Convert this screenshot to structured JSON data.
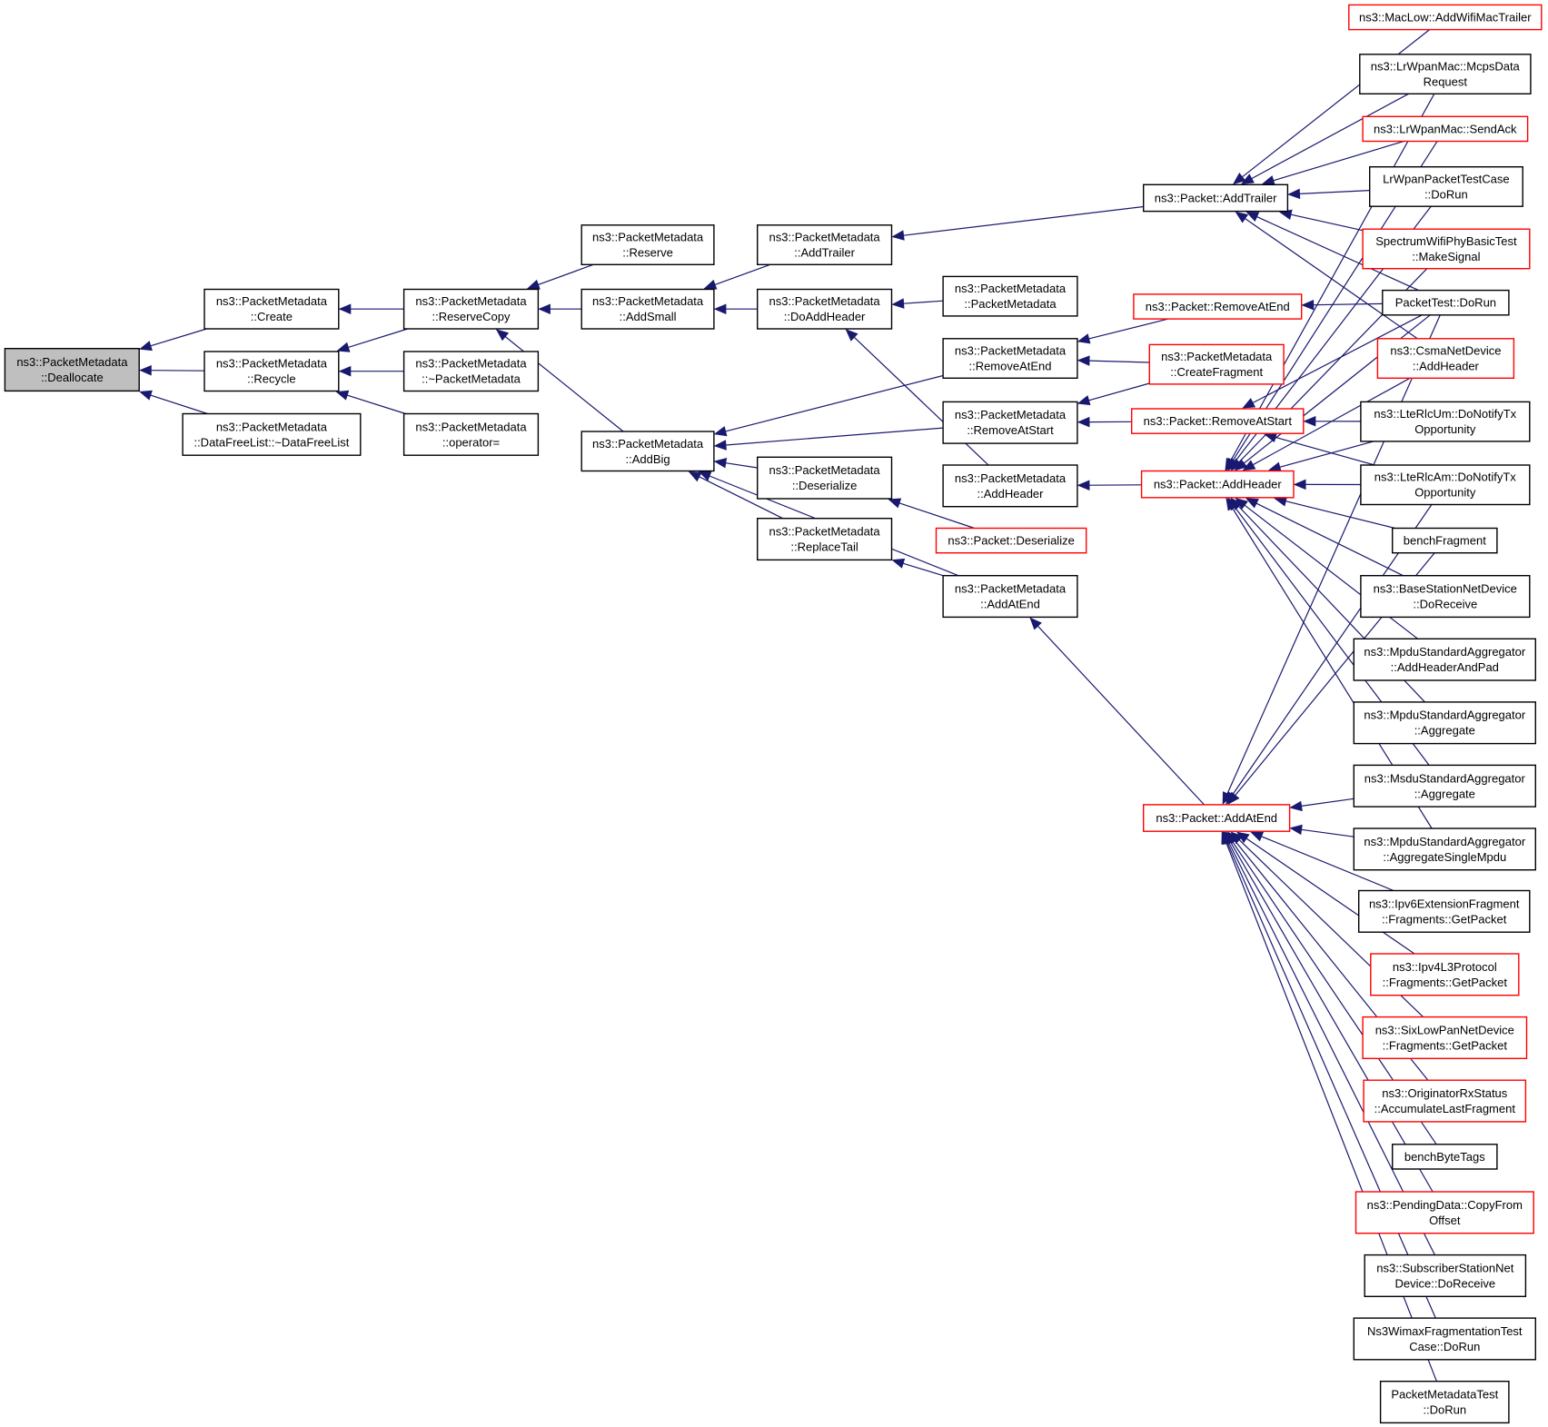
{
  "graph": {
    "nodes": {
      "dealloc": {
        "lines": [
          "ns3::PacketMetadata",
          "::Deallocate"
        ],
        "root": true
      },
      "create": {
        "lines": [
          "ns3::PacketMetadata",
          "::Create"
        ]
      },
      "recycle": {
        "lines": [
          "ns3::PacketMetadata",
          "::Recycle"
        ]
      },
      "dfl": {
        "lines": [
          "ns3::PacketMetadata",
          "::DataFreeList::~DataFreeList"
        ]
      },
      "reservecopy": {
        "lines": [
          "ns3::PacketMetadata",
          "::ReserveCopy"
        ]
      },
      "dtor": {
        "lines": [
          "ns3::PacketMetadata",
          "::~PacketMetadata"
        ]
      },
      "opeq": {
        "lines": [
          "ns3::PacketMetadata",
          "::operator="
        ]
      },
      "reserve": {
        "lines": [
          "ns3::PacketMetadata",
          "::Reserve"
        ]
      },
      "addsmall": {
        "lines": [
          "ns3::PacketMetadata",
          "::AddSmall"
        ]
      },
      "addbig": {
        "lines": [
          "ns3::PacketMetadata",
          "::AddBig"
        ]
      },
      "addtrailer": {
        "lines": [
          "ns3::PacketMetadata",
          "::AddTrailer"
        ]
      },
      "doaddheader": {
        "lines": [
          "ns3::PacketMetadata",
          "::DoAddHeader"
        ]
      },
      "deserialize": {
        "lines": [
          "ns3::PacketMetadata",
          "::Deserialize"
        ]
      },
      "replacetail": {
        "lines": [
          "ns3::PacketMetadata",
          "::ReplaceTail"
        ]
      },
      "pmctor": {
        "lines": [
          "ns3::PacketMetadata",
          "::PacketMetadata"
        ]
      },
      "removeatend": {
        "lines": [
          "ns3::PacketMetadata",
          "::RemoveAtEnd"
        ]
      },
      "removeatstart": {
        "lines": [
          "ns3::PacketMetadata",
          "::RemoveAtStart"
        ]
      },
      "addheader": {
        "lines": [
          "ns3::PacketMetadata",
          "::AddHeader"
        ]
      },
      "addatend": {
        "lines": [
          "ns3::PacketMetadata",
          "::AddAtEnd"
        ]
      },
      "p_addtrailer": {
        "lines": [
          "ns3::Packet::AddTrailer"
        ]
      },
      "p_removeatend": {
        "lines": [
          "ns3::Packet::RemoveAtEnd"
        ],
        "red": true
      },
      "createfrag": {
        "lines": [
          "ns3::PacketMetadata",
          "::CreateFragment"
        ],
        "red": true
      },
      "p_removeatstart": {
        "lines": [
          "ns3::Packet::RemoveAtStart"
        ],
        "red": true
      },
      "p_addheader": {
        "lines": [
          "ns3::Packet::AddHeader"
        ],
        "red": true
      },
      "p_deserialize": {
        "lines": [
          "ns3::Packet::Deserialize"
        ],
        "red": true
      },
      "p_addatend": {
        "lines": [
          "ns3::Packet::AddAtEnd"
        ],
        "red": true
      },
      "maclow": {
        "lines": [
          "ns3::MacLow::AddWifiMacTrailer"
        ],
        "red": true
      },
      "mcps": {
        "lines": [
          "ns3::LrWpanMac::McpsData",
          "Request"
        ]
      },
      "sendack": {
        "lines": [
          "ns3::LrWpanMac::SendAck"
        ],
        "red": true
      },
      "lrwpantest": {
        "lines": [
          "LrWpanPacketTestCase",
          "::DoRun"
        ]
      },
      "spectrum": {
        "lines": [
          "SpectrumWifiPhyBasicTest",
          "::MakeSignal"
        ],
        "red": true
      },
      "packettest": {
        "lines": [
          "PacketTest::DoRun"
        ]
      },
      "csma": {
        "lines": [
          "ns3::CsmaNetDevice",
          "::AddHeader"
        ],
        "red": true
      },
      "rlcum": {
        "lines": [
          "ns3::LteRlcUm::DoNotifyTx",
          "Opportunity"
        ]
      },
      "rlcam": {
        "lines": [
          "ns3::LteRlcAm::DoNotifyTx",
          "Opportunity"
        ]
      },
      "benchfrag": {
        "lines": [
          "benchFragment"
        ]
      },
      "bsnd": {
        "lines": [
          "ns3::BaseStationNetDevice",
          "::DoReceive"
        ]
      },
      "mpduahp": {
        "lines": [
          "ns3::MpduStandardAggregator",
          "::AddHeaderAndPad"
        ]
      },
      "mpduagg": {
        "lines": [
          "ns3::MpduStandardAggregator",
          "::Aggregate"
        ]
      },
      "msduagg": {
        "lines": [
          "ns3::MsduStandardAggregator",
          "::Aggregate"
        ]
      },
      "mpdusingle": {
        "lines": [
          "ns3::MpduStandardAggregator",
          "::AggregateSingleMpdu"
        ]
      },
      "ipv6frag": {
        "lines": [
          "ns3::Ipv6ExtensionFragment",
          "::Fragments::GetPacket"
        ]
      },
      "ipv4frag": {
        "lines": [
          "ns3::Ipv4L3Protocol",
          "::Fragments::GetPacket"
        ],
        "red": true
      },
      "sixlowpan": {
        "lines": [
          "ns3::SixLowPanNetDevice",
          "::Fragments::GetPacket"
        ],
        "red": true
      },
      "originator": {
        "lines": [
          "ns3::OriginatorRxStatus",
          "::AccumulateLastFragment"
        ],
        "red": true
      },
      "benchbyte": {
        "lines": [
          "benchByteTags"
        ]
      },
      "pending": {
        "lines": [
          "ns3::PendingData::CopyFrom",
          "Offset"
        ],
        "red": true
      },
      "ssnd": {
        "lines": [
          "ns3::SubscriberStationNet",
          "Device::DoReceive"
        ]
      },
      "wimaxfrag": {
        "lines": [
          "Ns3WimaxFragmentationTest",
          "Case::DoRun"
        ]
      },
      "pmtest": {
        "lines": [
          "PacketMetadataTest",
          "::DoRun"
        ]
      }
    },
    "edges": [
      [
        "create",
        "dealloc"
      ],
      [
        "recycle",
        "dealloc"
      ],
      [
        "dfl",
        "dealloc"
      ],
      [
        "reservecopy",
        "create"
      ],
      [
        "reservecopy",
        "recycle"
      ],
      [
        "dtor",
        "recycle"
      ],
      [
        "opeq",
        "recycle"
      ],
      [
        "reserve",
        "reservecopy"
      ],
      [
        "addsmall",
        "reservecopy"
      ],
      [
        "addbig",
        "reservecopy"
      ],
      [
        "addtrailer",
        "addsmall"
      ],
      [
        "doaddheader",
        "addsmall"
      ],
      [
        "removeatend",
        "addbig"
      ],
      [
        "removeatstart",
        "addbig"
      ],
      [
        "deserialize",
        "addbig"
      ],
      [
        "replacetail",
        "addbig"
      ],
      [
        "addatend",
        "addbig"
      ],
      [
        "p_addtrailer",
        "addtrailer"
      ],
      [
        "pmctor",
        "doaddheader"
      ],
      [
        "addheader",
        "doaddheader"
      ],
      [
        "p_deserialize",
        "deserialize"
      ],
      [
        "addatend",
        "replacetail"
      ],
      [
        "p_removeatend",
        "removeatend"
      ],
      [
        "createfrag",
        "removeatend"
      ],
      [
        "createfrag",
        "removeatstart"
      ],
      [
        "p_removeatstart",
        "removeatstart"
      ],
      [
        "p_addheader",
        "addheader"
      ],
      [
        "p_addatend",
        "addatend"
      ],
      [
        "maclow",
        "p_addtrailer"
      ],
      [
        "mcps",
        "p_addtrailer"
      ],
      [
        "sendack",
        "p_addtrailer"
      ],
      [
        "lrwpantest",
        "p_addtrailer"
      ],
      [
        "spectrum",
        "p_addtrailer"
      ],
      [
        "packettest",
        "p_addtrailer"
      ],
      [
        "csma",
        "p_addtrailer"
      ],
      [
        "packettest",
        "p_removeatend"
      ],
      [
        "packettest",
        "p_removeatstart"
      ],
      [
        "rlcum",
        "p_removeatstart"
      ],
      [
        "rlcam",
        "p_removeatstart"
      ],
      [
        "mcps",
        "p_addheader"
      ],
      [
        "sendack",
        "p_addheader"
      ],
      [
        "lrwpantest",
        "p_addheader"
      ],
      [
        "spectrum",
        "p_addheader"
      ],
      [
        "packettest",
        "p_addheader"
      ],
      [
        "csma",
        "p_addheader"
      ],
      [
        "rlcum",
        "p_addheader"
      ],
      [
        "rlcam",
        "p_addheader"
      ],
      [
        "benchfrag",
        "p_addheader"
      ],
      [
        "bsnd",
        "p_addheader"
      ],
      [
        "mpduahp",
        "p_addheader"
      ],
      [
        "mpduagg",
        "p_addheader"
      ],
      [
        "msduagg",
        "p_addheader"
      ],
      [
        "mpdusingle",
        "p_addheader"
      ],
      [
        "packettest",
        "p_addatend"
      ],
      [
        "rlcam",
        "p_addatend"
      ],
      [
        "benchfrag",
        "p_addatend"
      ],
      [
        "msduagg",
        "p_addatend"
      ],
      [
        "mpdusingle",
        "p_addatend"
      ],
      [
        "ipv6frag",
        "p_addatend"
      ],
      [
        "ipv4frag",
        "p_addatend"
      ],
      [
        "sixlowpan",
        "p_addatend"
      ],
      [
        "originator",
        "p_addatend"
      ],
      [
        "benchbyte",
        "p_addatend"
      ],
      [
        "pending",
        "p_addatend"
      ],
      [
        "ssnd",
        "p_addatend"
      ],
      [
        "wimaxfrag",
        "p_addatend"
      ],
      [
        "pmtest",
        "p_addatend"
      ]
    ]
  }
}
